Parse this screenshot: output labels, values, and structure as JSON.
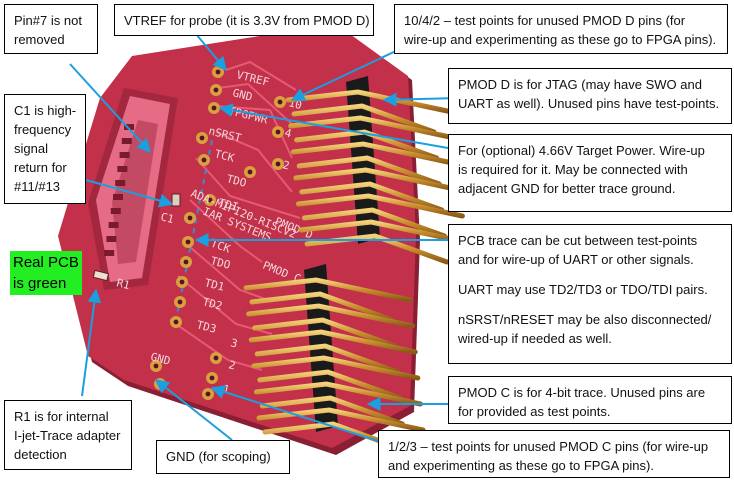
{
  "callouts": {
    "pin7": [
      "Pin#7 is not",
      "removed"
    ],
    "vtref": [
      "VTREF for probe (it is 3.3V from PMOD D)"
    ],
    "pmodd_tp": [
      "10/4/2 – test points for unused PMOD D pins (for",
      "wire-up and experimenting as these go to FPGA pins)."
    ],
    "c1": [
      "C1 is high-",
      "frequency",
      "signal",
      "return for",
      "#11/#13"
    ],
    "pmodd_jtag": [
      "PMOD D is for JTAG (may have SWO and",
      "UART as well). Unused pins have test-points."
    ],
    "target_power": [
      "For (optional) 4.66V Target Power. Wire-up",
      "is required for it. May be connected with",
      "adjacent GND for better trace ground."
    ],
    "trace_cut": [
      "PCB trace can be cut between test-points",
      "and for wire-up of UART or other signals.",
      "",
      "UART may use TD2/TD3 or TDO/TDI pairs.",
      "",
      "nSRST/nRESET may be also disconnected/",
      "wired-up if needed as well."
    ],
    "pmodc": [
      "PMOD C is for 4-bit trace. Unused pins are",
      "for provided as test points."
    ],
    "r1": [
      "R1 is for internal",
      "I-jet-Trace adapter",
      "detection"
    ],
    "gnd": [
      "GND (for scoping)"
    ],
    "pmodc_tp": [
      "1/2/3 – test points for unused PMOD C pins (for wire-up",
      "and experimenting as these go to FPGA pins)."
    ]
  },
  "green_note": [
    "Real PCB",
    "is green"
  ],
  "pcb_labels": {
    "vtref": "VTREF",
    "gnd_top": "GND",
    "tpgpwr": "TPGPWR",
    "nsrst": "nSRST",
    "tck": "TCK",
    "tdo_top": "TDO",
    "tdi": "TDI",
    "c1": "C1",
    "tck2": "TCK",
    "tdo2": "TDO",
    "td1": "TD1",
    "td2": "TD2",
    "td3": "TD3",
    "r1": "R1",
    "gnd_bottom": "GND",
    "pmod_d": "PMOD D",
    "pmod_c": "PMOD C",
    "board_name1": "ADA-MIPI20-RISCV2",
    "board_name2": "IAR SYSTEMS",
    "n10": "10",
    "n4": "4",
    "n2": "2",
    "n3": "3",
    "n2b": "2",
    "n1": "1"
  },
  "colors": {
    "pcb": "#c2304a",
    "pcb_edge": "#8a1e33",
    "arrow": "#1a9fe0",
    "gold": "#d8a040",
    "header": "#1a1a1a",
    "silkscreen": "#f2d8dc",
    "connector": "#e66c86"
  }
}
